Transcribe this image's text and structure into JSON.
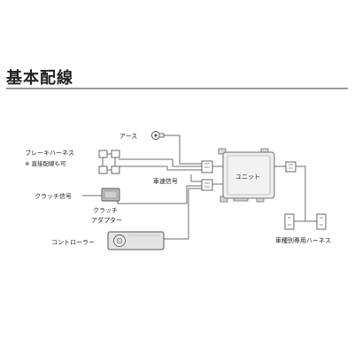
{
  "page": {
    "title": "基本配線"
  },
  "labels": {
    "ground": "アース",
    "brake_harness": "ブレーキハーネス",
    "brake_note": "※ 直接配線も可",
    "speed_signal": "車速信号",
    "clutch_signal": "クラッチ信号",
    "clutch_adapter_line1": "クラッチ",
    "clutch_adapter_line2": "アダプター",
    "controller": "コントローラー",
    "unit": "ユニット",
    "vehicle_harness": "車種別専用ハーネス"
  }
}
